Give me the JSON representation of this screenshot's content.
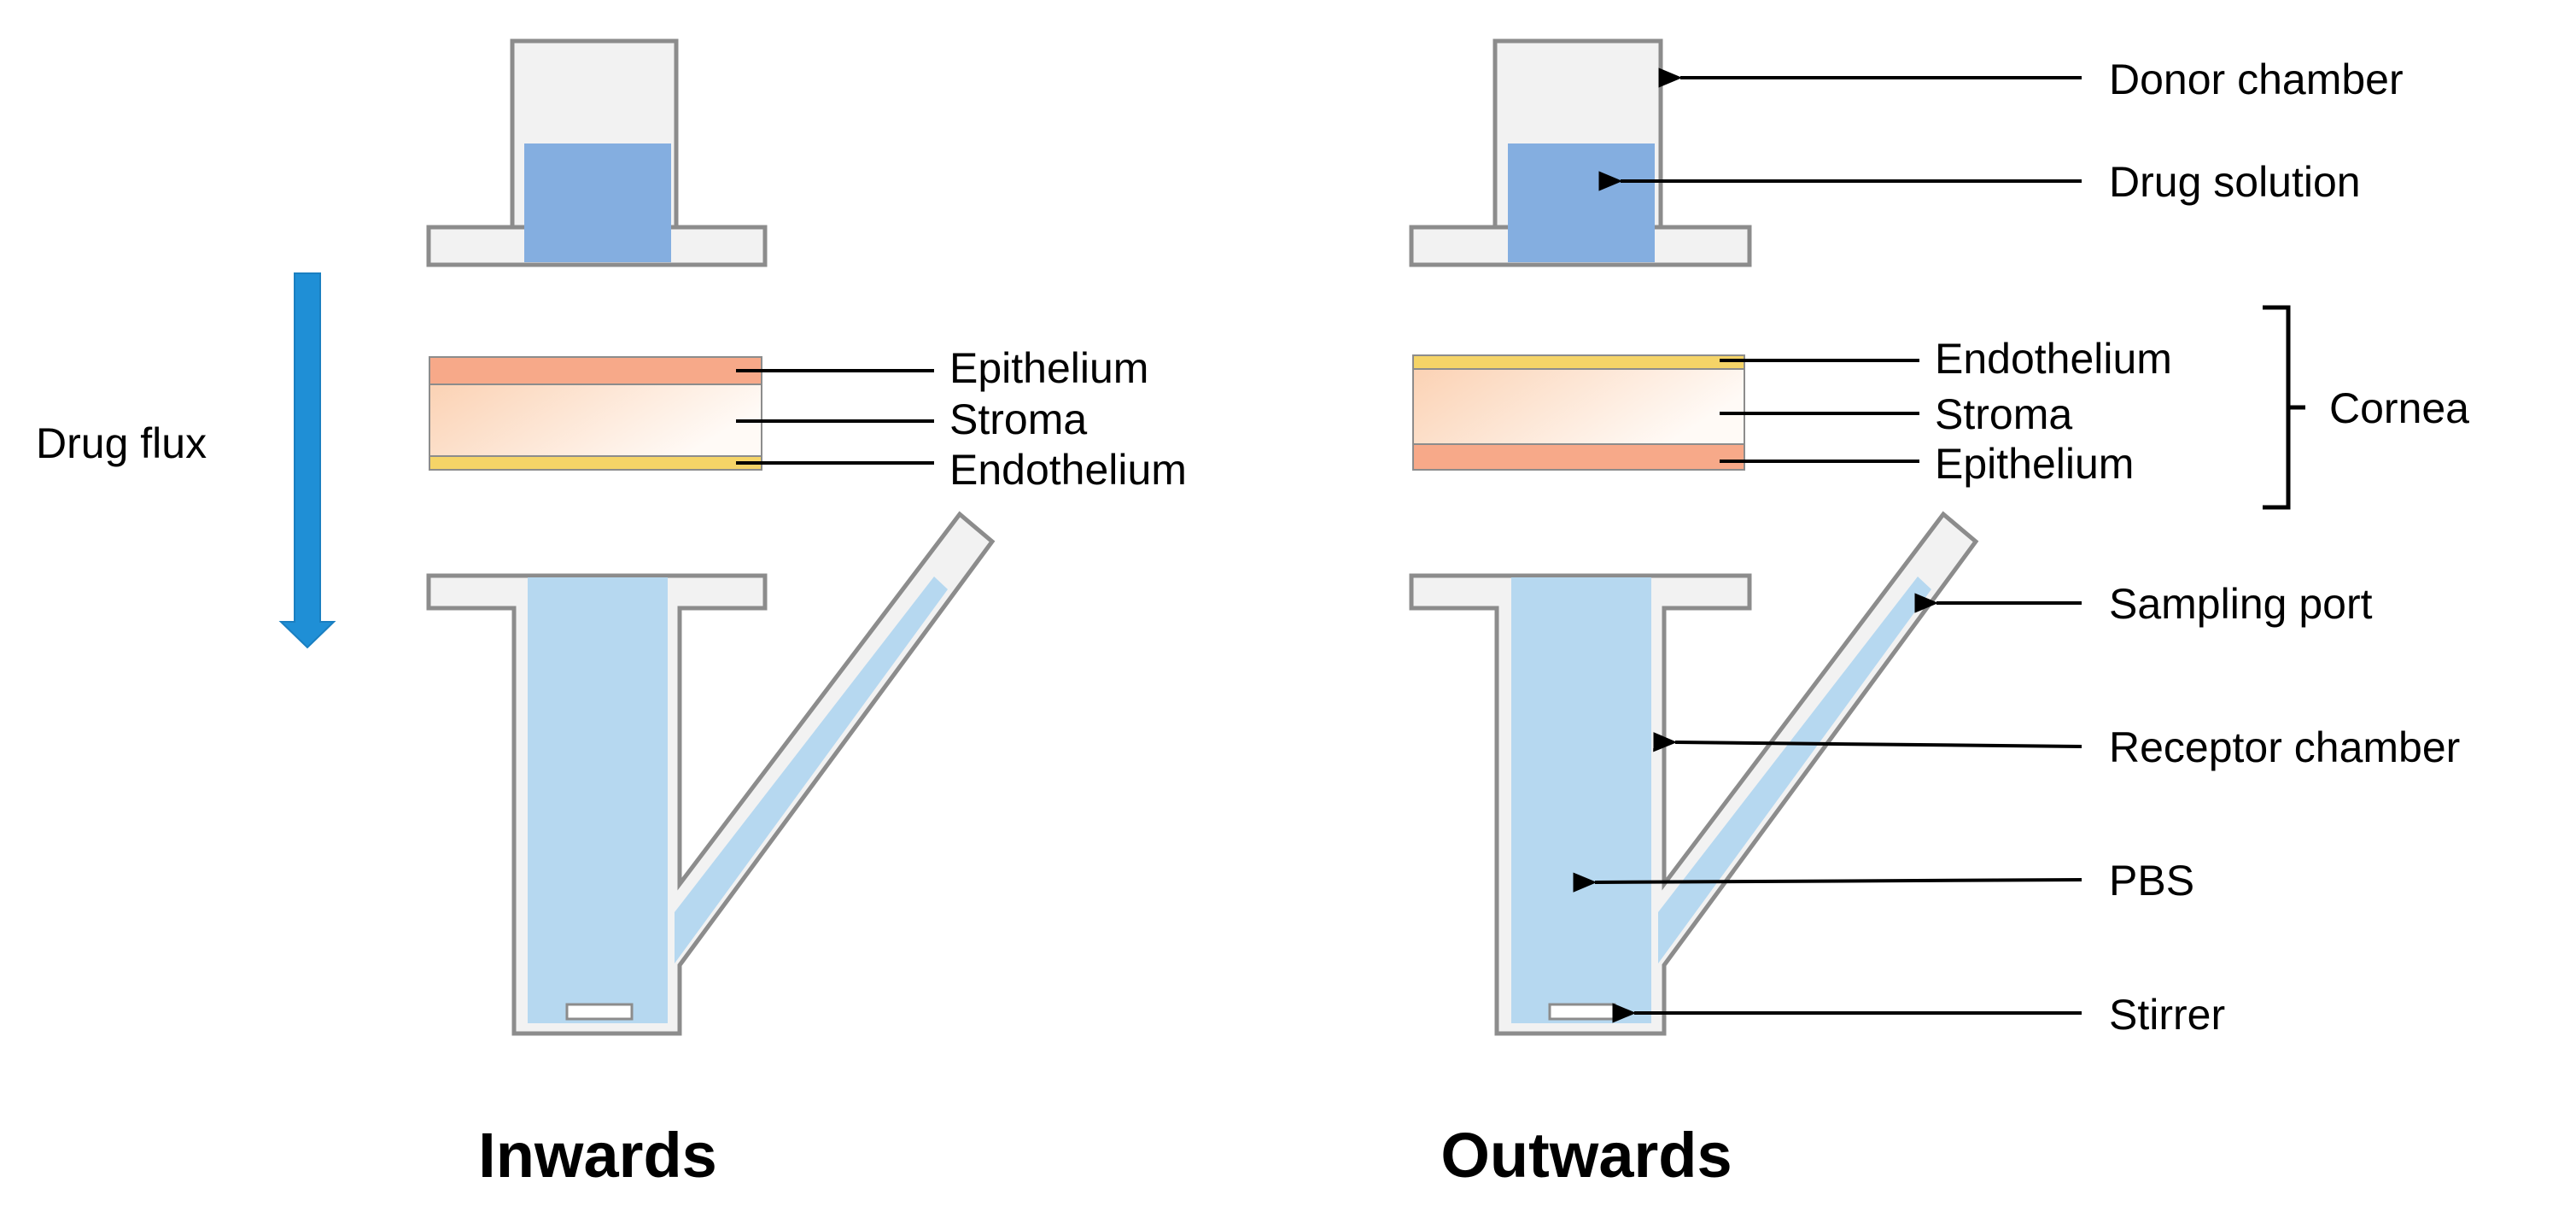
{
  "panels": {
    "inwards": {
      "title": "Inwards",
      "layers": [
        "Epithelium",
        "Stroma",
        "Endothelium"
      ]
    },
    "outwards": {
      "title": "Outwards",
      "layers": [
        "Endothelium",
        "Stroma",
        "Epithelium"
      ]
    }
  },
  "flux_label": "Drug flux",
  "group_label": "Cornea",
  "callouts": {
    "donor_chamber": "Donor chamber",
    "drug_solution": "Drug solution",
    "sampling_port": "Sampling port",
    "receptor_chamber": "Receptor chamber",
    "pbs": "PBS",
    "stirrer": "Stirrer"
  },
  "colors": {
    "chamber_fill": "#f2f2f2",
    "chamber_stroke": "#8c8c8c",
    "drug_solution": "#84aee0",
    "pbs": "#b6d8f0",
    "epithelium": "#f7a989",
    "stroma_start": "#fbd2b4",
    "stroma_end": "#fffaf6",
    "endothelium": "#f5d467",
    "flux_arrow": "#1f8fd6"
  }
}
